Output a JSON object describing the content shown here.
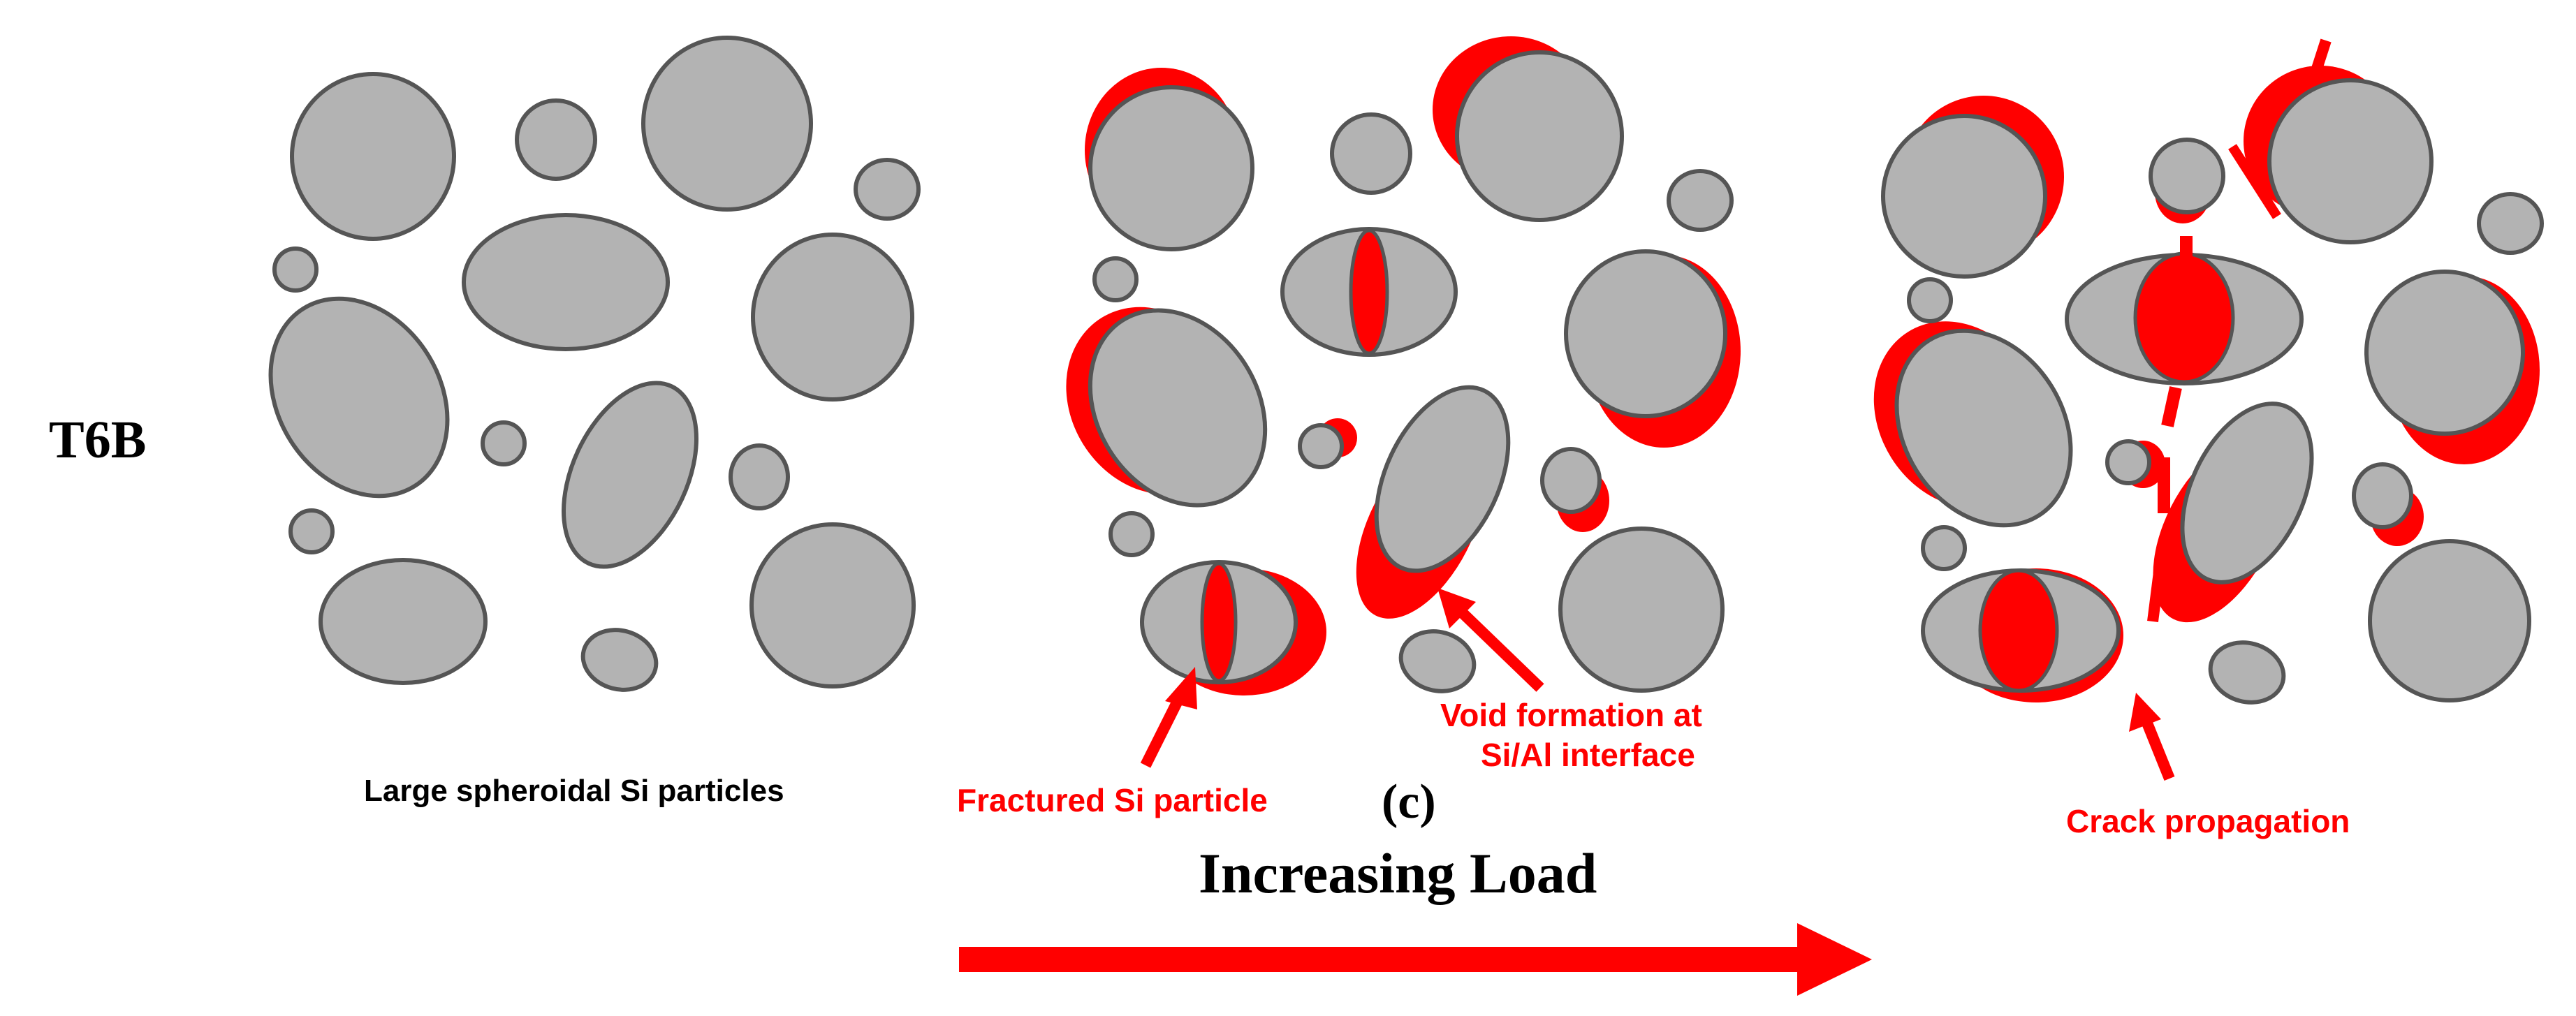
{
  "condition_label": "T6B",
  "panel_label": "(c)",
  "stages": {
    "initial": {
      "caption": "Large spheroidal Si particles"
    },
    "intermediate": {
      "fracture_label": "Fractured Si particle",
      "void_label_line1": "Void formation at",
      "void_label_line2": "Si/Al interface"
    },
    "final": {
      "crack_label": "Crack propagation"
    }
  },
  "load_arrow": {
    "label": "Increasing Load"
  },
  "colors": {
    "particle_fill": "#b3b3b3",
    "particle_outline": "#555555",
    "void_and_crack": "#ff0000",
    "text_dark": "#000000"
  }
}
